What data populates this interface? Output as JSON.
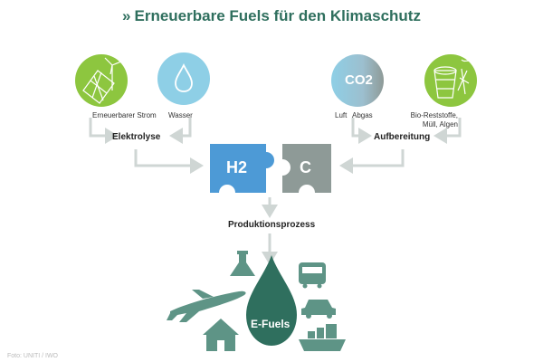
{
  "title": "Erneuerbare Fuels für den Klimaschutz",
  "title_marker": "»",
  "sources": {
    "strom": "Erneuerbarer Strom",
    "wasser": "Wasser",
    "luft": "Luft",
    "abgas": "Abgas",
    "bio": "Bio-Reststoffe, Müll, Algen",
    "co2": "CO2"
  },
  "processes": {
    "elektrolyse": "Elektrolyse",
    "aufbereitung": "Aufbereitung",
    "produktion": "Produktionsprozess"
  },
  "puzzle": {
    "h2": "H2",
    "c": "C"
  },
  "output": {
    "label": "E-Fuels"
  },
  "icons": [
    "solar-panel-wind-turbine-icon",
    "water-drop-icon",
    "co2-icon",
    "biowaste-icon",
    "flask-icon",
    "truck-icon",
    "airplane-icon",
    "car-icon",
    "house-icon",
    "ship-icon"
  ],
  "colors": {
    "accent": "#2f6f5e",
    "green_circle": "#8dc63f",
    "blue_circle": "#8ecfe6",
    "puzzle_blue": "#4d9ad6",
    "puzzle_gray": "#8e9a97",
    "arrow_gray": "#cfd6d4"
  },
  "footer": "Foto: UNITI / IWO"
}
